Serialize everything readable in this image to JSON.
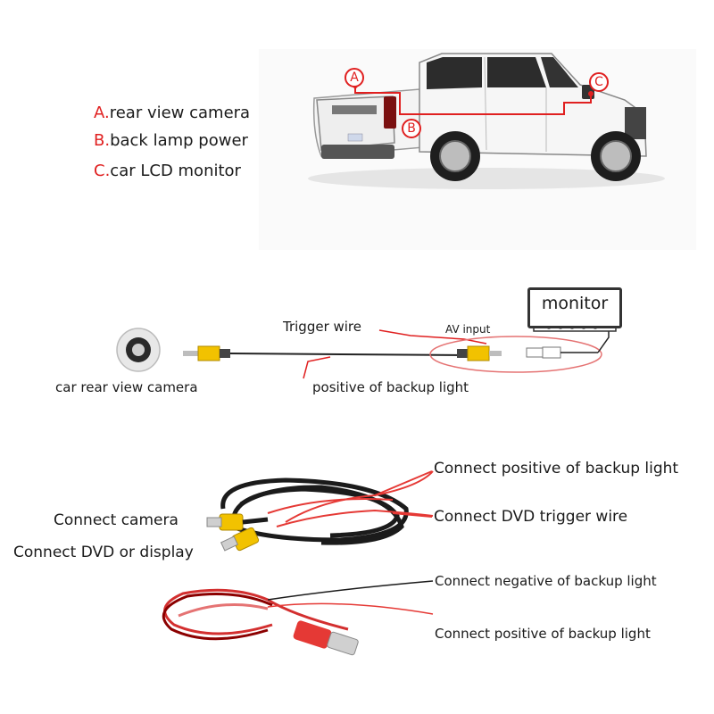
{
  "legend": {
    "a": {
      "key": "A.",
      "text": "rear view camera"
    },
    "b": {
      "key": "B.",
      "text": "back lamp power"
    },
    "c": {
      "key": "C.",
      "text": "car LCD monitor"
    }
  },
  "truck_markers": {
    "a": "A",
    "b": "B",
    "c": "C"
  },
  "wiring": {
    "trigger_wire": "Trigger wire",
    "av_input": "AV input",
    "monitor": "monitor",
    "camera": "car rear view camera",
    "backup_light": "positive of backup light"
  },
  "cable": {
    "pos_backup": "Connect positive of backup light",
    "dvd_trigger": "Connect DVD trigger wire",
    "camera": "Connect camera",
    "dvd_display": "Connect DVD or display"
  },
  "power": {
    "neg_backup": "Connect negative of backup light",
    "pos_backup": "Connect positive of backup light"
  },
  "colors": {
    "accent_red": "#e02020",
    "rca_yellow": "#f2c200",
    "wire_red": "#e53935"
  }
}
